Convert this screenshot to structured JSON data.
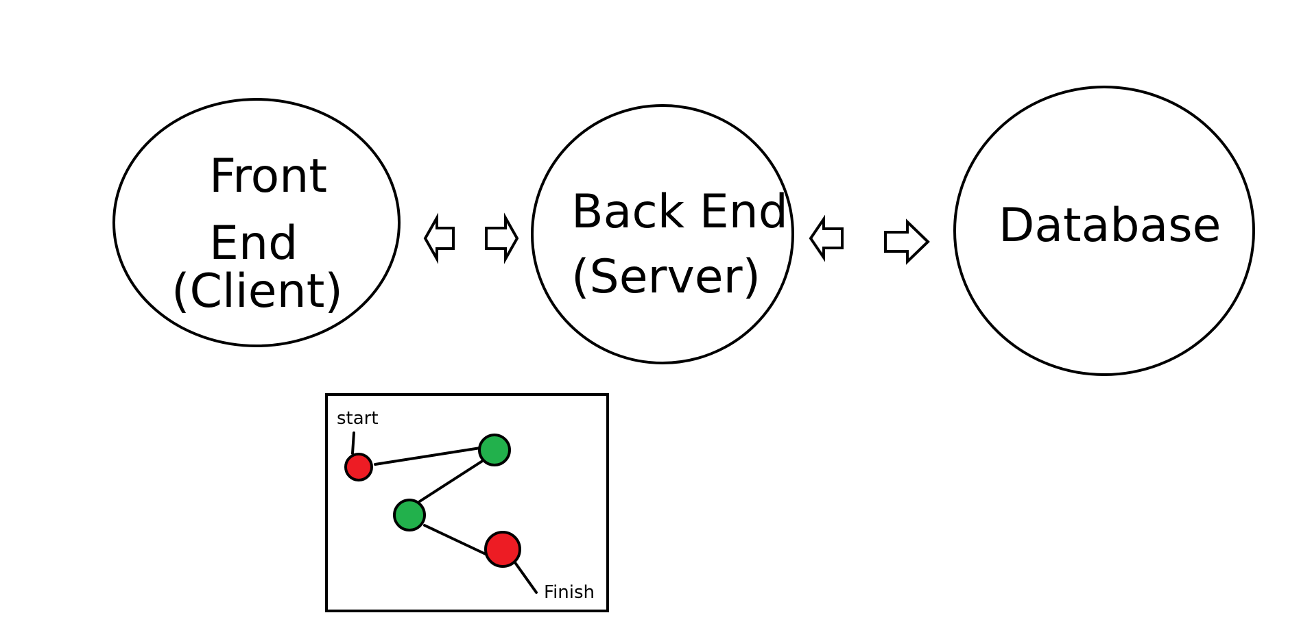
{
  "nodes": {
    "front_end": {
      "line1": "Front",
      "line2": "End",
      "line3": "(Client)"
    },
    "back_end": {
      "line1": "Back End",
      "line2": "(Server)"
    },
    "database": {
      "label": "Database"
    }
  },
  "path_diagram": {
    "start_label": "start",
    "finish_label": "Finish"
  },
  "colors": {
    "red_node": "#ed1c24",
    "green_node": "#22b14c",
    "stroke": "#000000",
    "background": "#ffffff"
  }
}
